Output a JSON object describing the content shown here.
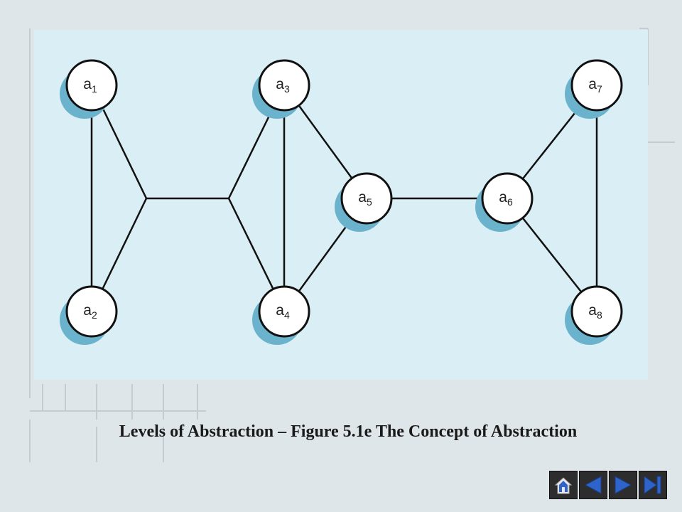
{
  "caption": "Levels of Abstraction – Figure 5.1e  The Concept of Abstraction",
  "nodes": [
    {
      "id": "a1",
      "base": "a",
      "sub": "1"
    },
    {
      "id": "a2",
      "base": "a",
      "sub": "2"
    },
    {
      "id": "a3",
      "base": "a",
      "sub": "3"
    },
    {
      "id": "a4",
      "base": "a",
      "sub": "4"
    },
    {
      "id": "a5",
      "base": "a",
      "sub": "5"
    },
    {
      "id": "a6",
      "base": "a",
      "sub": "6"
    },
    {
      "id": "a7",
      "base": "a",
      "sub": "7"
    },
    {
      "id": "a8",
      "base": "a",
      "sub": "8"
    }
  ],
  "edges": [
    [
      "a1",
      "a2"
    ],
    [
      "a1",
      "j1"
    ],
    [
      "a2",
      "j1"
    ],
    [
      "j1",
      "j2"
    ],
    [
      "j2",
      "a3"
    ],
    [
      "j2",
      "a4"
    ],
    [
      "a3",
      "a4"
    ],
    [
      "a3",
      "a5"
    ],
    [
      "a4",
      "a5"
    ],
    [
      "a5",
      "a6"
    ],
    [
      "a6",
      "a7"
    ],
    [
      "a6",
      "a8"
    ],
    [
      "a7",
      "a8"
    ]
  ],
  "nav": {
    "home": "home-icon",
    "prev": "previous-icon",
    "next": "next-icon",
    "last": "last-icon"
  },
  "colors": {
    "panel": "#d9eef5",
    "node_fill": "#ffffff",
    "node_shadow": "#6bb3cc",
    "nav_blue": "#2e63c9"
  }
}
